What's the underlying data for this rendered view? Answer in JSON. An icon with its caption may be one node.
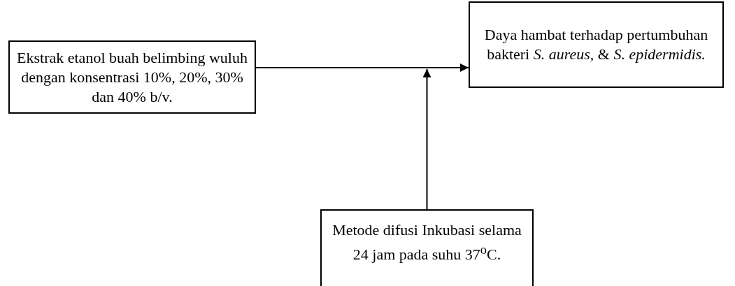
{
  "diagram": {
    "nodes": [
      {
        "text": [
          "Ekstrak etanol buah belimbing wuluh dengan konsentrasi 10%, 20%, 30% dan 40% b/v."
        ]
      },
      {
        "text": [
          "Daya hambat terhadap pertumbuhan bakteri *S. aureus,* & *S. epidermidis.*"
        ]
      },
      {
        "text": [
          "Metode difusi Inkubasi selama 24 jam pada suhu 37$^{o}$C."
        ]
      }
    ],
    "edges": [
      {
        "from": 0,
        "to": 1,
        "arrow": "to"
      },
      {
        "from": 2,
        "to": null,
        "arrow": "to"
      }
    ]
  }
}
